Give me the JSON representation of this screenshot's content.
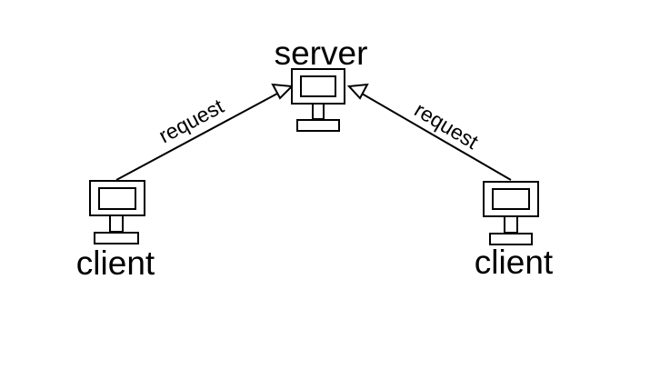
{
  "nodes": {
    "server": {
      "label": "server"
    },
    "client_left": {
      "label": "client"
    },
    "client_right": {
      "label": "client"
    }
  },
  "edges": {
    "left_request": {
      "label": "request",
      "from": "client",
      "to": "server"
    },
    "right_request": {
      "label": "request",
      "from": "client",
      "to": "server"
    }
  },
  "colors": {
    "stroke": "#000000",
    "background": "#ffffff"
  },
  "icons": {
    "computer": "computer-icon",
    "arrow": "hollow-arrowhead"
  }
}
